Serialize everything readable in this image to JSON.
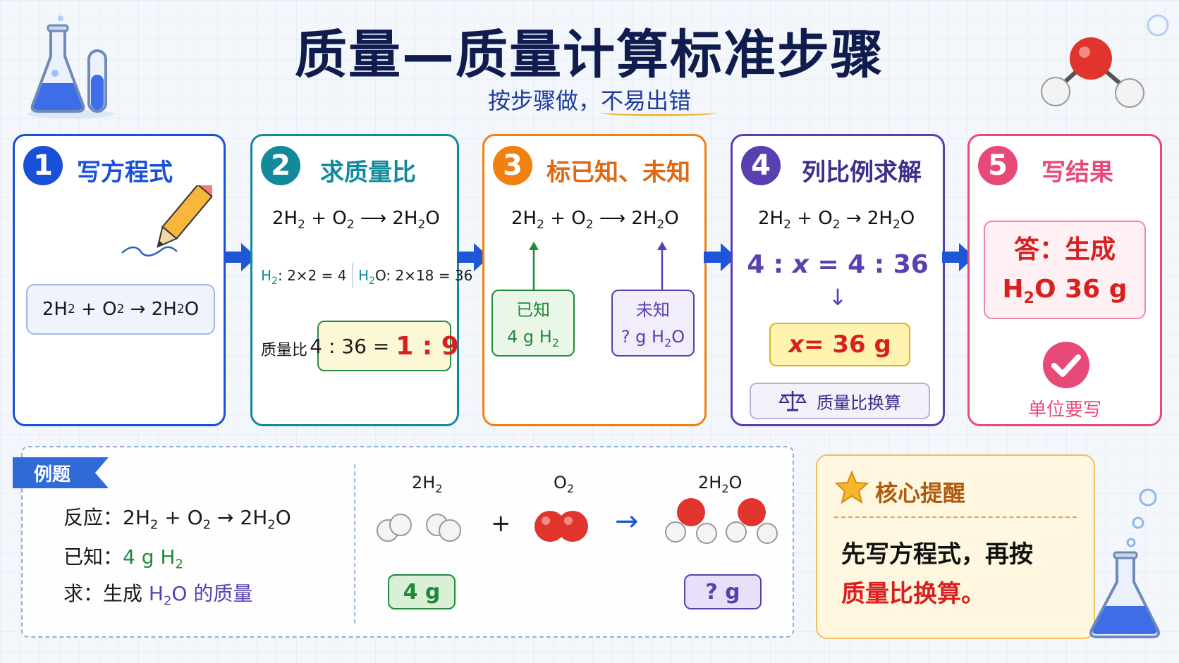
{
  "title": "质量—质量计算标准步骤",
  "subtitle": "按步骤做，不易出错",
  "steps": [
    {
      "num": "1",
      "title": "写方程式",
      "color": "#1a4fd8",
      "light": "#eef3fc",
      "equation": {
        "a": "2H",
        "a_sub": "2",
        "plus": "+",
        "b": "O",
        "b_sub": "2",
        "arrow": "→",
        "c": "2H",
        "c_sub": "2",
        "c_tail": "O"
      }
    },
    {
      "num": "2",
      "title": "求质量比",
      "color": "#138a9a",
      "equation": {
        "a": "2H",
        "a_sub": "2",
        "plus": "+",
        "b": "O",
        "b_sub": "2",
        "arrow": "⟶",
        "c": "2H",
        "c_sub": "2",
        "c_tail": "O"
      },
      "calc_h2_lead": "H",
      "calc_h2_sub": "2",
      "calc_h2_rest": ": 2×2 = 4",
      "calc_h2o_lead": "H",
      "calc_h2o_sub": "2",
      "calc_h2o_rest": "O: 2×18 = 36",
      "ratio_label": "质量比",
      "ratio_left": "4 : 36 =",
      "ratio_right": "1 : 9"
    },
    {
      "num": "3",
      "title": "标已知、未知",
      "color": "#f08010",
      "equation": {
        "a": "2H",
        "a_sub": "2",
        "plus": "+",
        "b": "O",
        "b_sub": "2",
        "arrow": "⟶",
        "c": "2H",
        "c_sub": "2",
        "c_tail": "O"
      },
      "known_label": "已知",
      "known_value": "4 g H",
      "known_sub": "2",
      "unknown_label": "未知",
      "unknown_value": "? g H",
      "unknown_sub": "2",
      "unknown_tail": "O"
    },
    {
      "num": "4",
      "title": "列比例求解",
      "color": "#5a3fb0",
      "equation": {
        "a": "2H",
        "a_sub": "2",
        "plus": "+",
        "b": "O",
        "b_sub": "2",
        "arrow": "→",
        "c": "2H",
        "c_sub": "2",
        "c_tail": "O"
      },
      "proportion_a": "4 : ",
      "proportion_x": "x",
      "proportion_b": " = 4 : 36",
      "down_arrow": "↓",
      "solution_x": "x",
      "solution_rest": " = 36 g",
      "conversion": "质量比换算"
    },
    {
      "num": "5",
      "title": "写结果",
      "color": "#e84a78",
      "answer_line1": "答：生成",
      "answer_lead": "H",
      "answer_sub": "2",
      "answer_tail": "O  36 g",
      "unit_note": "单位要写"
    }
  ],
  "example": {
    "tag": "例题",
    "reaction_label": "反应：",
    "reaction": {
      "a": "2H",
      "a_sub": "2",
      "plus": "+",
      "b": "O",
      "b_sub": "2",
      "arrow": "→",
      "c": "2H",
      "c_sub": "2",
      "c_tail": "O"
    },
    "known_label": "已知：",
    "known_value": "4 g H",
    "known_sub": "2",
    "ask_label": "求：生成 ",
    "ask_lead": "H",
    "ask_sub": "2",
    "ask_tail": "O",
    "ask_rest": " 的质量",
    "mol_h2_lead": "2H",
    "mol_h2_sub": "2",
    "mol_o2_lead": "O",
    "mol_o2_sub": "2",
    "mol_h2o_lead": "2H",
    "mol_h2o_sub": "2",
    "mol_h2o_tail": "O",
    "plus": "+",
    "arrow": "→",
    "mass_h2": "4 g",
    "mass_h2o": "? g"
  },
  "reminder": {
    "title": "核心提醒",
    "line1": "先写方程式，再按",
    "line2": "质量比换算。"
  },
  "colors": {
    "step1": "#1a4fd8",
    "step2": "#138a9a",
    "step3": "#f08010",
    "step4": "#5a3fb0",
    "step5": "#e84a78",
    "arrow": "#1e56d8",
    "red": "#d82020",
    "green": "#1f8a3a",
    "purple": "#5a3fb0"
  },
  "icons": [
    "flask-icon",
    "test-tube-icon",
    "pencil-icon",
    "water-molecule-icon",
    "balance-icon",
    "check-icon",
    "star-icon",
    "beaker-icon"
  ]
}
